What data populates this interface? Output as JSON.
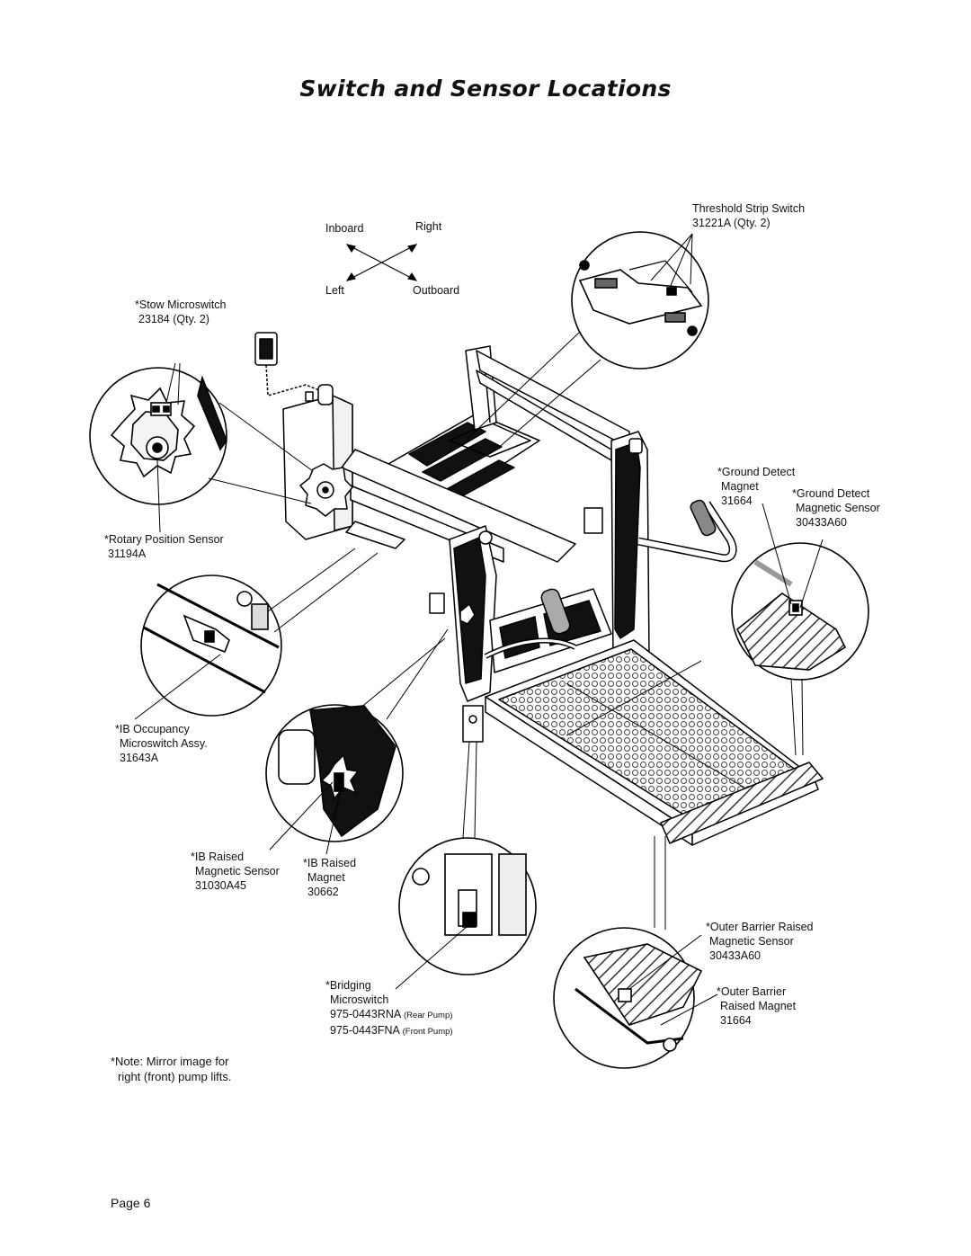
{
  "title": "Switch and Sensor Locations",
  "compass": {
    "inboard": "Inboard",
    "right": "Right",
    "left": "Left",
    "outboard": "Outboard"
  },
  "callouts": {
    "stow": {
      "name": "Stow Microswitch",
      "part": "23184 (Qty. 2)"
    },
    "rotary": {
      "name": "Rotary Position Sensor",
      "part": "31194A"
    },
    "ib_occupancy": {
      "l1": "IB Occupancy",
      "l2": "Microswitch Assy.",
      "part": "31643A"
    },
    "ib_raised_sensor": {
      "l1": "IB Raised",
      "l2": "Magnetic Sensor",
      "part": "31030A45"
    },
    "ib_raised_magnet": {
      "l1": "IB Raised",
      "l2": "Magnet",
      "part": "30662"
    },
    "threshold": {
      "name": "Threshold Strip Switch",
      "part": "31221A (Qty. 2)"
    },
    "ground_magnet": {
      "l1": "Ground Detect",
      "l2": "Magnet",
      "part": "31664"
    },
    "ground_sensor": {
      "l1": "Ground Detect",
      "l2": "Magnetic Sensor",
      "part": "30433A60"
    },
    "bridging": {
      "l1": "Bridging",
      "l2": "Microswitch",
      "p1": "975-0443RNA",
      "p1_note": "(Rear Pump)",
      "p2": "975-0443FNA",
      "p2_note": "(Front Pump)"
    },
    "outer_sensor": {
      "l1": "Outer Barrier Raised",
      "l2": "Magnetic Sensor",
      "part": "30433A60"
    },
    "outer_magnet": {
      "l1": "Outer Barrier",
      "l2": "Raised Magnet",
      "part": "31664"
    }
  },
  "note": {
    "l1": "*Note:  Mirror image for",
    "l2": "right (front) pump lifts."
  },
  "page": "Page 6"
}
